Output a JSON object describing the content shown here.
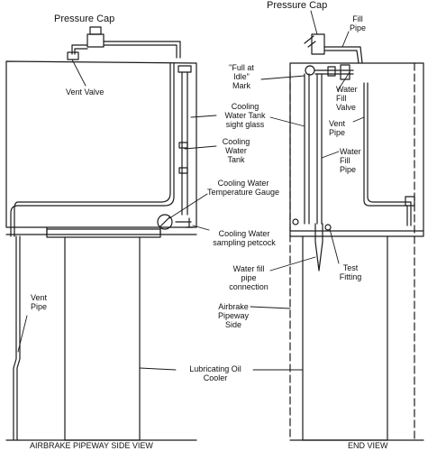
{
  "colors": {
    "line": "#1a1a1a",
    "background": "#ffffff"
  },
  "labels": {
    "pressure_cap_left": "Pressure Cap",
    "vent_valve": "Vent Valve",
    "pressure_cap_right": "Pressure Cap",
    "fill_pipe": "Fill\nPipe",
    "full_at_idle": "\"Full at\nIdle\"\nMark",
    "water_fill_valve": "Water\nFill\nValve",
    "sight_glass": "Cooling\nWater Tank\nsight glass",
    "vent_pipe_right": "Vent\nPipe",
    "cooling_water_tank": "Cooling\nWater\nTank",
    "water_fill_pipe": "Water\nFill\nPipe",
    "temperature_gauge": "Cooling Water\nTemperature Gauge",
    "sampling_petcock": "Cooling Water\nsampling petcock",
    "water_fill_connection": "Water fill\npipe\nconnection",
    "test_fitting": "Test\nFitting",
    "vent_pipe_left": "Vent\nPipe",
    "airbrake_pipeway_side": "Airbrake\nPipeway\nSide",
    "lubricating_oil_cooler": "Lubricating Oil\nCooler"
  },
  "captions": {
    "side_view": "AIRBRAKE PIPEWAY SIDE VIEW",
    "end_view": "END VIEW"
  }
}
